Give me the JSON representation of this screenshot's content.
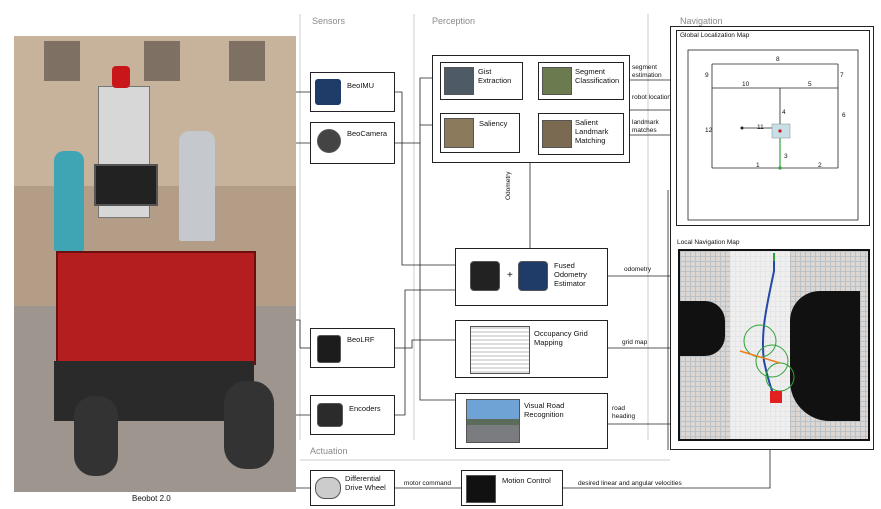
{
  "sections": {
    "sensors": "Sensors",
    "perception": "Perception",
    "navigation": "Navigation",
    "actuation": "Actuation"
  },
  "robot": {
    "caption": "Beobot 2.0"
  },
  "sensors": {
    "imu": "BeoIMU",
    "camera": "BeoCamera",
    "lrf": "BeoLRF",
    "encoders": "Encoders"
  },
  "perception": {
    "gist": "Gist Extraction",
    "segment": "Segment Classification",
    "saliency": "Saliency",
    "landmark": "Salient Landmark Matching",
    "odometry_vertical": "Odometry",
    "fused": "Fused Odometry Estimator",
    "plus": "+",
    "occupancy": "Occupancy Grid Mapping",
    "road": "Visual Road Recognition"
  },
  "signals": {
    "segment_estimation": "segment estimation",
    "robot_location": "robot location",
    "landmark_matches": "landmark matches",
    "odometry": "odometry",
    "grid_map": "grid map",
    "road_heading": "road heading",
    "motor_command": "motor command",
    "velocities": "desired linear and angular velocities"
  },
  "navigation": {
    "global_title": "Global Localization Map",
    "local_title": "Local Navigation Map",
    "segment_labels": [
      "8",
      "9",
      "7",
      "10",
      "5",
      "6",
      "12",
      "11",
      "4",
      "3",
      "1",
      "2"
    ]
  },
  "actuation": {
    "drive": "Differential Drive Wheel",
    "motion": "Motion Control"
  }
}
